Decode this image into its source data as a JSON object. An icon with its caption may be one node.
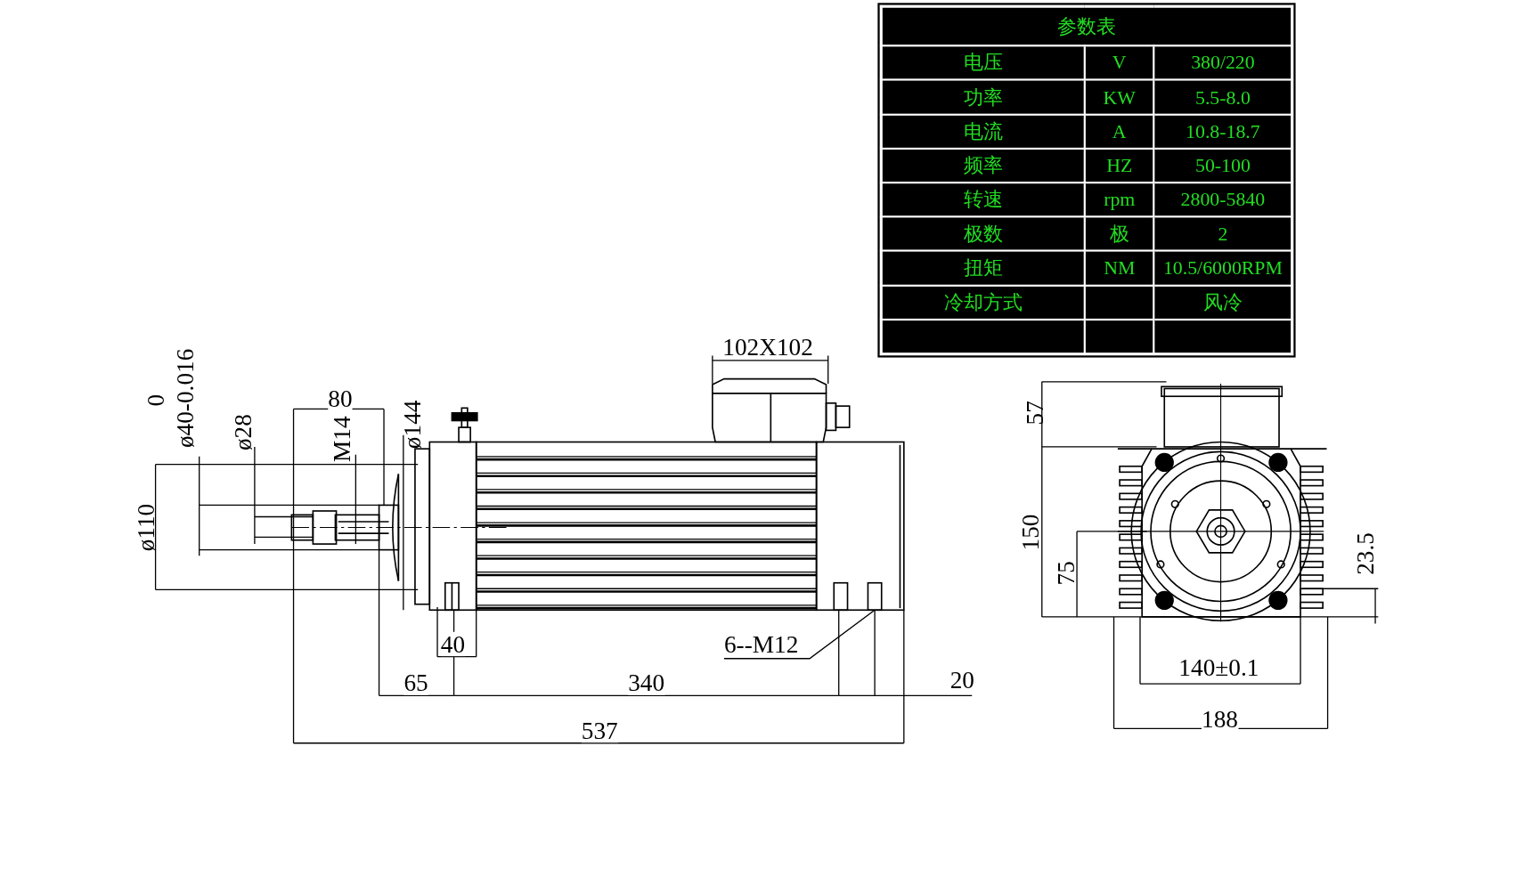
{
  "diagram": {
    "nodes": [
      {
        "text": [
          "6--M12"
        ]
      },
      {
        "text": [],
        "shape": "box"
      }
    ],
    "edges": [
      {
        "from": 0,
        "to": 1,
        "arrow": "none"
      }
    ],
    "labels": [
      "参数表",
      "电压",
      "V",
      "380/220",
      "功率",
      "KW",
      "5.5-8.0",
      "电流",
      "A",
      "10.8-18.7",
      "频率",
      "HZ",
      "50-100",
      "转速",
      "rpm",
      "2800-5840",
      "极数",
      "极",
      "2",
      "扭矩",
      "NM",
      "10.5/6000RPM",
      "冷却方式",
      "风冷",
      "102X102",
      "0",
      "ø40-0.016",
      "80",
      "57",
      "ø28",
      "M14",
      "ø144",
      "ø110",
      "150",
      "23.5",
      "75",
      "40",
      "65",
      "340",
      "20",
      "140±0.1",
      "537",
      "188"
    ]
  }
}
